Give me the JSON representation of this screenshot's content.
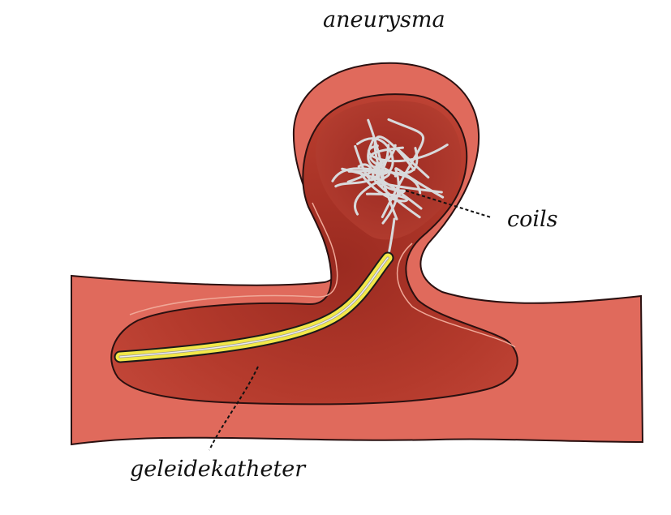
{
  "labels": {
    "aneurysma": "aneurysma",
    "coils": "coils",
    "catheter": "geleidekatheter"
  },
  "colors": {
    "vessel_wall": "#e06a5c",
    "vessel_wall_light": "#e88878",
    "lumen": "#b83a2c",
    "lumen_dark": "#9a2a20",
    "outline": "#2a1010",
    "inner_line": "#f0a898",
    "coil": "#d8dadc",
    "catheter_yellow": "#f2e84a",
    "catheter_black": "#1a1a1a"
  },
  "icons": {
    "coil_mass": "coil-wire-mesh",
    "catheter": "catheter-tube"
  }
}
